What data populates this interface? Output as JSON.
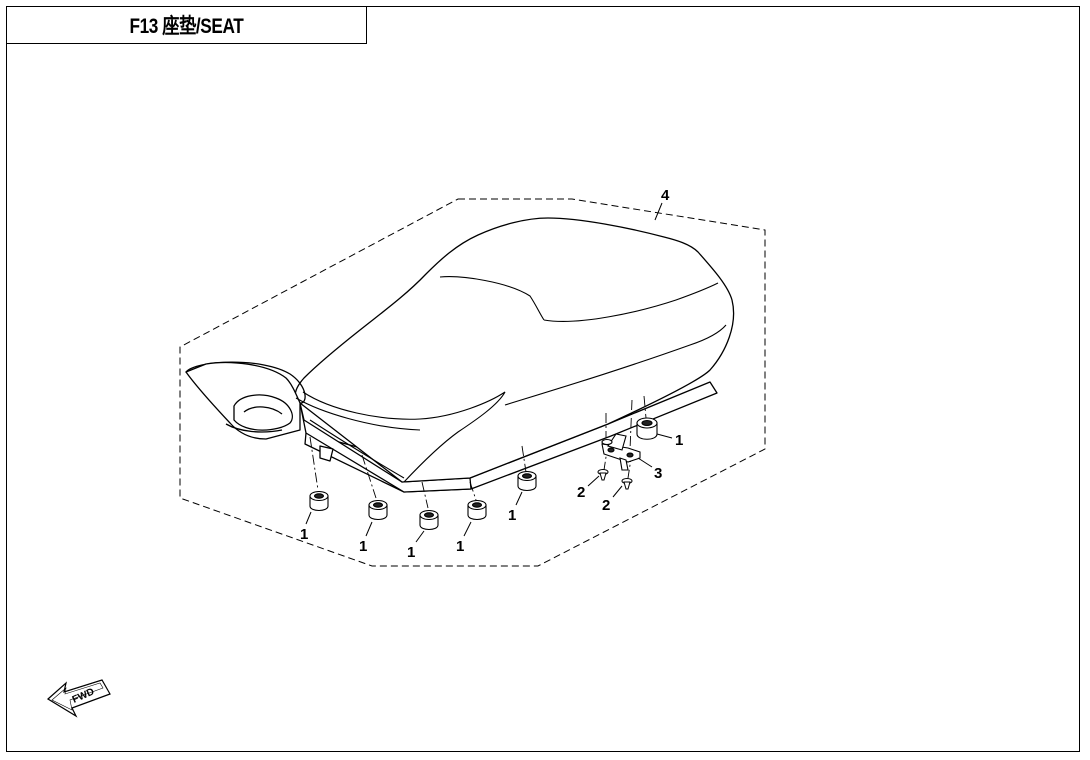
{
  "title": "F13 座垫/SEAT",
  "callouts": {
    "c1a": "1",
    "c1b": "1",
    "c1c": "1",
    "c1d": "1",
    "c1e": "1",
    "c1f": "1",
    "c2a": "2",
    "c2b": "2",
    "c3": "3",
    "c4": "4"
  },
  "fwd_label": "FWD"
}
